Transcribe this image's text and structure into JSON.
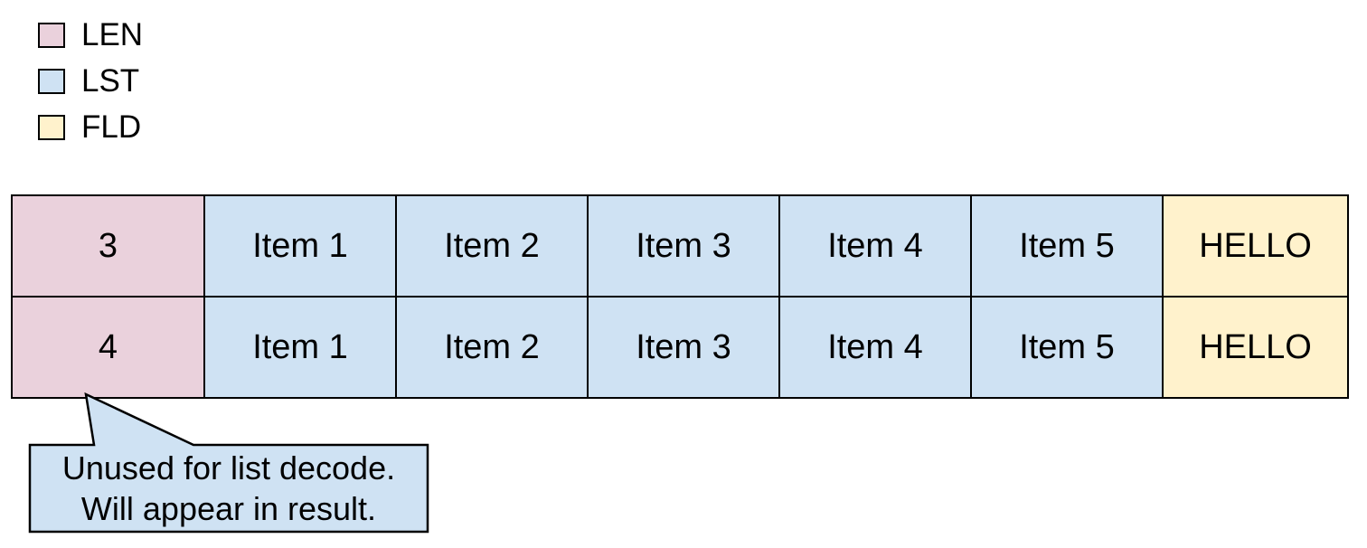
{
  "colors": {
    "len_fill": "#ead1dc",
    "lst_fill": "#cfe2f3",
    "fld_fill": "#fff2cc",
    "border": "#000000",
    "background": "#ffffff"
  },
  "legend": {
    "items": [
      {
        "label": "LEN",
        "type": "len"
      },
      {
        "label": "LST",
        "type": "lst"
      },
      {
        "label": "FLD",
        "type": "fld"
      }
    ]
  },
  "table": {
    "rows": [
      {
        "cells": [
          {
            "text": "3",
            "type": "len"
          },
          {
            "text": "Item 1",
            "type": "lst"
          },
          {
            "text": "Item 2",
            "type": "lst"
          },
          {
            "text": "Item 3",
            "type": "lst"
          },
          {
            "text": "Item 4",
            "type": "lst"
          },
          {
            "text": "Item 5",
            "type": "lst"
          },
          {
            "text": "HELLO",
            "type": "fld"
          }
        ]
      },
      {
        "cells": [
          {
            "text": "4",
            "type": "len"
          },
          {
            "text": "Item 1",
            "type": "lst"
          },
          {
            "text": "Item 2",
            "type": "lst"
          },
          {
            "text": "Item 3",
            "type": "lst"
          },
          {
            "text": "Item 4",
            "type": "lst"
          },
          {
            "text": "Item 5",
            "type": "lst"
          },
          {
            "text": "HELLO",
            "type": "fld"
          }
        ]
      }
    ]
  },
  "callout": {
    "lines": [
      "Unused for list decode.",
      "Will appear in result."
    ]
  }
}
